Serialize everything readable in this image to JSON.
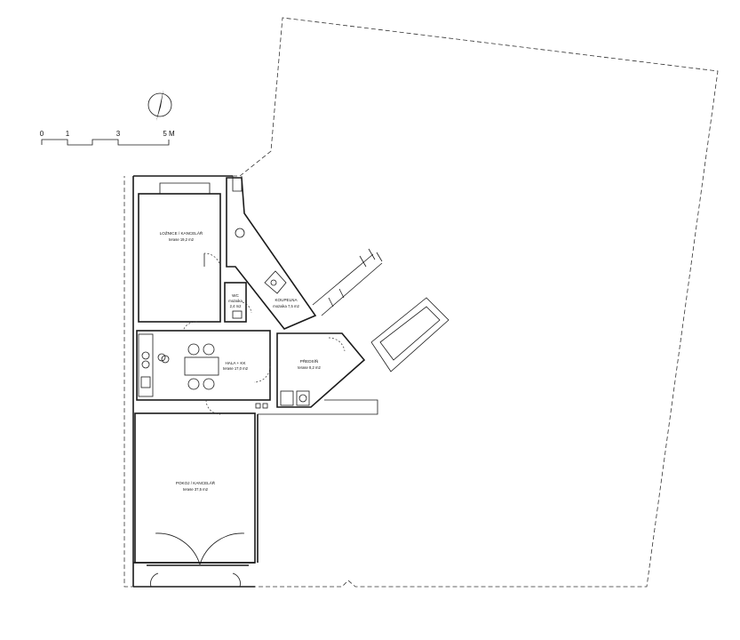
{
  "scale": {
    "labels": [
      "0",
      "1",
      "3",
      "5 M"
    ]
  },
  "north_arrow": {
    "icon": "north-arrow-icon"
  },
  "rooms": [
    {
      "id": "loznice",
      "name": "LOŽNICE / KANCELÁŘ",
      "area": "terase 19,2 m2"
    },
    {
      "id": "wc",
      "name": "WC",
      "area": "mozaika",
      "area2": "2,4 m2"
    },
    {
      "id": "koupelna",
      "name": "KOUPELNA",
      "area": "mozaika 7,5 m2"
    },
    {
      "id": "hala",
      "name": "HALA + KK",
      "area": "terase 17,0 m2"
    },
    {
      "id": "predsin",
      "name": "PŘEDSÍŇ",
      "area": "terase 8,2 m2"
    },
    {
      "id": "pokoj",
      "name": "POKOJ / KANCELÁŘ",
      "area": "terase 37,5 m2"
    }
  ]
}
